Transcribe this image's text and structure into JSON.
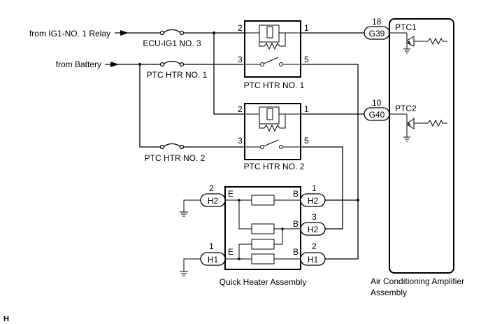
{
  "inputs": {
    "ig1": "from IG1-NO. 1 Relay",
    "battery": "from Battery"
  },
  "fuses": {
    "ecu_ig1": "ECU-IG1 NO. 3",
    "ptc_htr1": "PTC HTR NO. 1",
    "ptc_htr2": "PTC HTR NO. 2"
  },
  "relays": {
    "r1": {
      "label": "PTC HTR NO. 1",
      "pins": [
        "2",
        "1",
        "3",
        "5"
      ]
    },
    "r2": {
      "label": "PTC HTR NO. 2",
      "pins": [
        "2",
        "1",
        "3",
        "5"
      ]
    }
  },
  "amplifier": {
    "label_line1": "Air Conditioning Amplifier",
    "label_line2": "Assembly",
    "terminals": [
      {
        "name": "PTC1",
        "connector": "G39",
        "pin": "18"
      },
      {
        "name": "PTC2",
        "connector": "G40",
        "pin": "10"
      }
    ]
  },
  "heater": {
    "label": "Quick Heater Assembly",
    "left_connectors": [
      {
        "connector": "H2",
        "pin": "2",
        "terminal": "E"
      },
      {
        "connector": "H1",
        "pin": "1",
        "terminal": "E"
      }
    ],
    "right_connectors": [
      {
        "connector": "H2",
        "pin": "1",
        "terminal": "B"
      },
      {
        "connector": "H2",
        "pin": "3",
        "terminal": "B"
      },
      {
        "connector": "H1",
        "pin": "2",
        "terminal": "B"
      }
    ]
  },
  "corner_mark": "H"
}
